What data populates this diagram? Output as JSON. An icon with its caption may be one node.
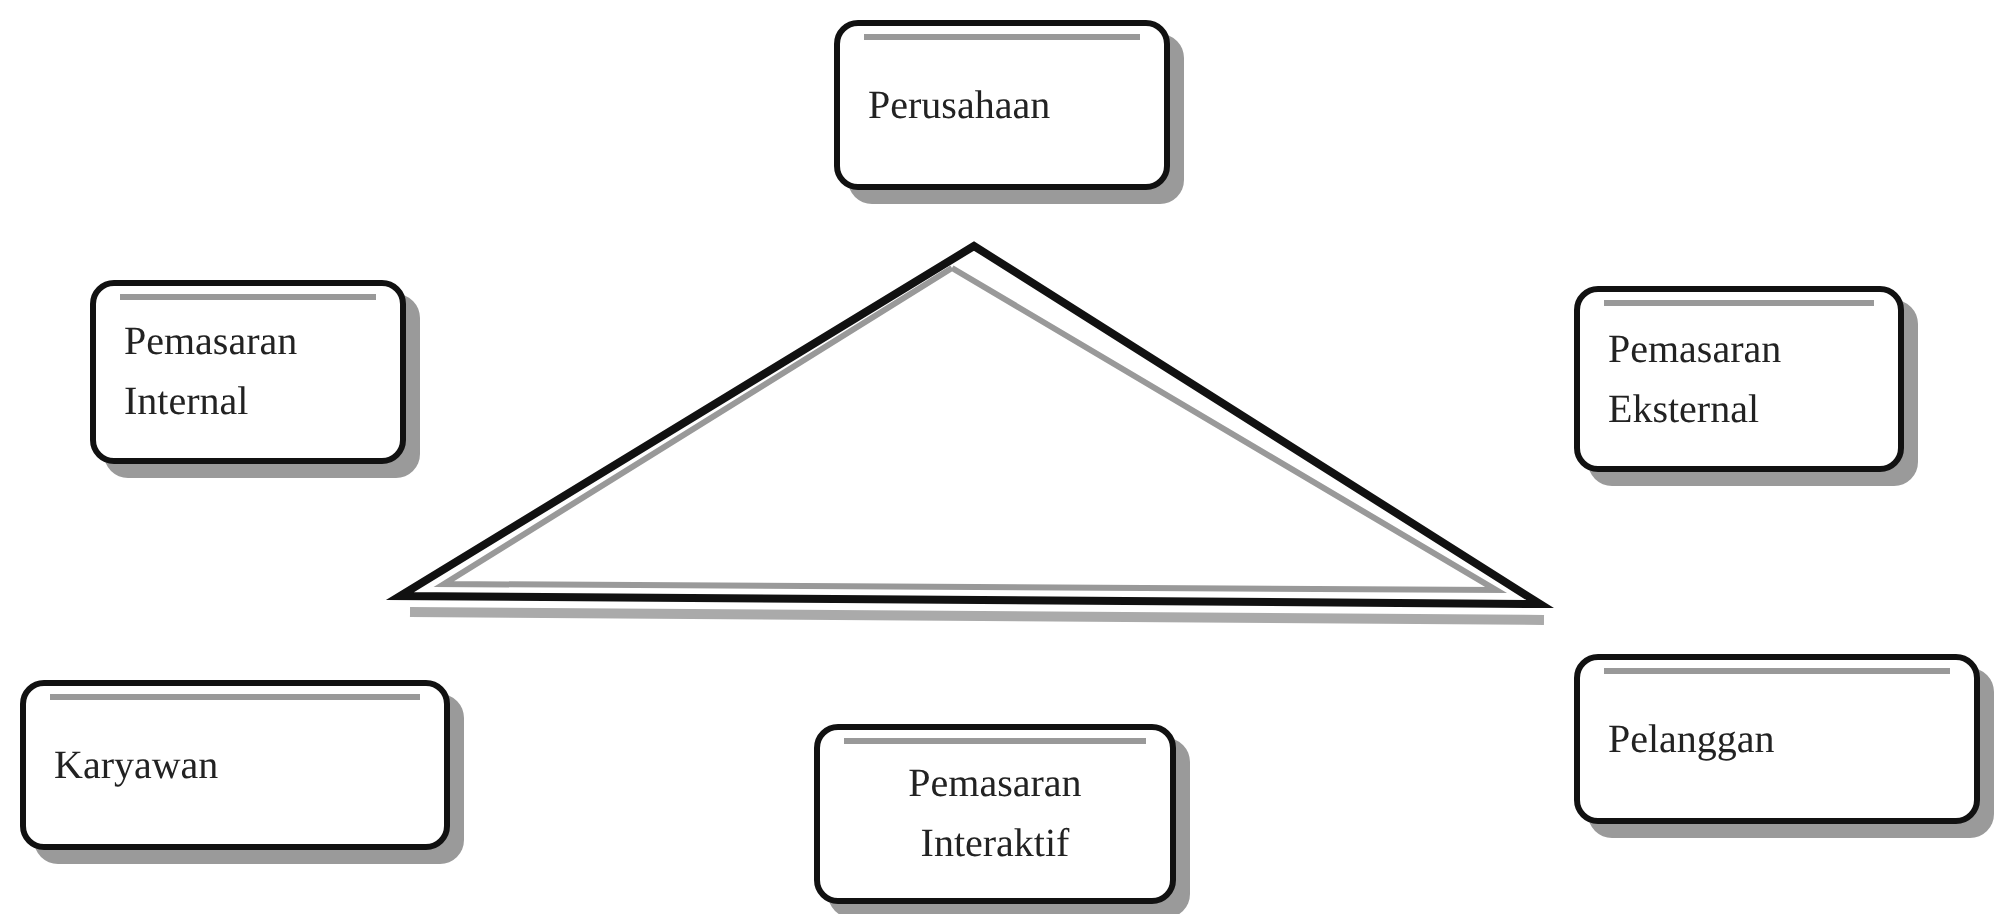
{
  "diagram": {
    "nodes": [
      {
        "text": [
          "Perusahaan"
        ]
      },
      {
        "text": [
          "Pemasaran Internal"
        ]
      },
      {
        "text": [
          "Pemasaran Eksternal"
        ]
      },
      {
        "text": [
          "Karyawan"
        ]
      },
      {
        "text": [
          "Pemasaran Interaktif"
        ]
      },
      {
        "text": [
          "Pelanggan"
        ]
      }
    ]
  }
}
